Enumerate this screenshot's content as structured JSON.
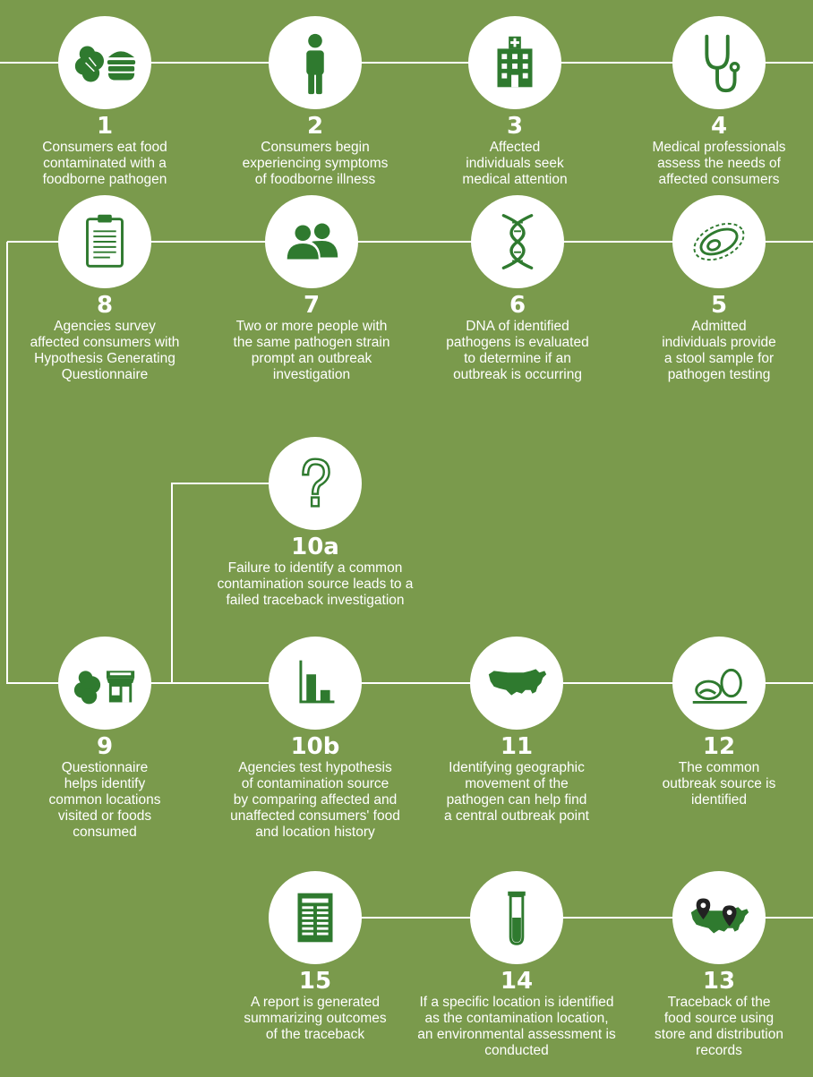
{
  "colors": {
    "background": "#7a9a4c",
    "icon": "#2f7a2f",
    "circle": "#ffffff",
    "line": "#ffffff"
  },
  "steps": {
    "s1": {
      "num": "1",
      "lines": [
        "Consumers eat food",
        "contaminated with a",
        "foodborne pathogen"
      ],
      "icon": "lettuce-burger-icon"
    },
    "s2": {
      "num": "2",
      "lines": [
        "Consumers begin",
        "experiencing symptoms",
        "of foodborne illness"
      ],
      "icon": "person-icon"
    },
    "s3": {
      "num": "3",
      "lines": [
        "Affected",
        "individuals seek",
        "medical attention"
      ],
      "icon": "hospital-icon"
    },
    "s4": {
      "num": "4",
      "lines": [
        "Medical professionals",
        "assess the needs of",
        "affected consumers"
      ],
      "icon": "stethoscope-icon"
    },
    "s5": {
      "num": "5",
      "lines": [
        "Admitted",
        "individuals provide",
        "a stool sample for",
        "pathogen testing"
      ],
      "icon": "petri-dish-icon"
    },
    "s6": {
      "num": "6",
      "lines": [
        "DNA of identified",
        "pathogens is evaluated",
        "to determine if an",
        "outbreak is occurring"
      ],
      "icon": "dna-icon"
    },
    "s7": {
      "num": "7",
      "lines": [
        "Two or more people with",
        "the same pathogen strain",
        "prompt an outbreak",
        "investigation"
      ],
      "icon": "people-icon"
    },
    "s8": {
      "num": "8",
      "lines": [
        "Agencies survey",
        "affected consumers with",
        "Hypothesis Generating",
        "Questionnaire"
      ],
      "icon": "clipboard-icon"
    },
    "s9": {
      "num": "9",
      "lines": [
        "Questionnaire",
        "helps identify",
        "common locations",
        "visited or foods",
        "consumed"
      ],
      "icon": "lettuce-store-icon"
    },
    "s10a": {
      "num": "10a",
      "lines": [
        "Failure to identify a common",
        "contamination source leads to a",
        "failed traceback investigation"
      ],
      "icon": "question-mark-icon"
    },
    "s10b": {
      "num": "10b",
      "lines": [
        "Agencies test hypothesis",
        "of contamination source",
        "by comparing affected and",
        "unaffected consumers' food",
        "and location history"
      ],
      "icon": "bar-chart-icon"
    },
    "s11": {
      "num": "11",
      "lines": [
        "Identifying geographic",
        "movement of the",
        "pathogen can help find",
        "a central outbreak point"
      ],
      "icon": "us-map-icon"
    },
    "s12": {
      "num": "12",
      "lines": [
        "The common",
        "outbreak source is",
        "identified"
      ],
      "icon": "egg-lettuce-icon"
    },
    "s13": {
      "num": "13",
      "lines": [
        "Traceback of the",
        "food source using",
        "store and distribution",
        "records"
      ],
      "icon": "map-pins-icon"
    },
    "s14": {
      "num": "14",
      "lines": [
        "If a specific location is identified",
        "as the contamination location,",
        "an environmental assessment is",
        "conducted"
      ],
      "icon": "test-tube-icon"
    },
    "s15": {
      "num": "15",
      "lines": [
        "A report is generated",
        "summarizing outcomes",
        "of the traceback"
      ],
      "icon": "report-icon"
    }
  }
}
